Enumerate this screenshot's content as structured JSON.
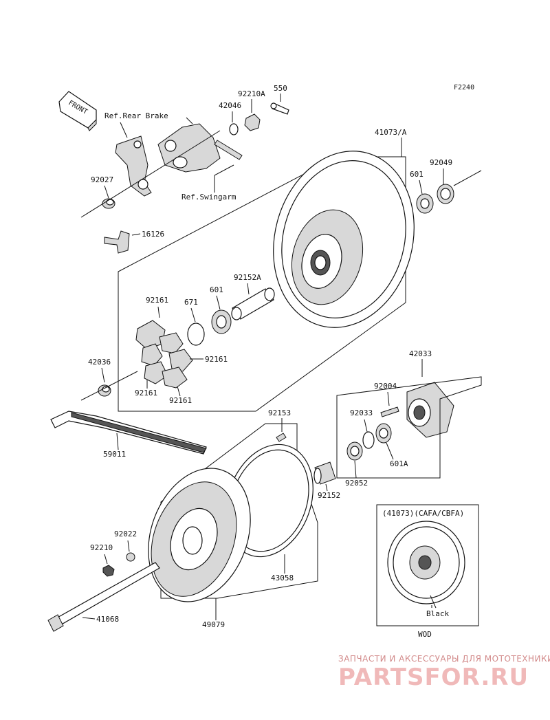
{
  "figure_code": "F2240",
  "front_label": "FRONT",
  "ref_labels": {
    "rear_brake": "Ref.Rear Brake",
    "swingarm": "Ref.Swingarm"
  },
  "part_numbers": {
    "p550": "550",
    "p92210A": "92210A",
    "p42046": "42046",
    "p41073A": "41073/A",
    "p92027": "92027",
    "p601_top": "601",
    "p92049": "92049",
    "p16126": "16126",
    "p92152A": "92152A",
    "p92161_a": "92161",
    "p671": "671",
    "p601_mid": "601",
    "p42036": "42036",
    "p92161_b": "92161",
    "p92161_c": "92161",
    "p92161_d": "92161",
    "p42033": "42033",
    "p92004": "92004",
    "p92153": "92153",
    "p92033": "92033",
    "p59011": "59011",
    "p601A": "601A",
    "p92052": "92052",
    "p92152": "92152",
    "p92022": "92022",
    "p92210": "92210",
    "p43058": "43058",
    "p41068": "41068",
    "p49079": "49079"
  },
  "inset": {
    "title": "(41073)(CAFA/CBFA)",
    "color_label": "Black",
    "region": "WOD"
  },
  "watermark": {
    "tagline": "ЗАПЧАСТИ И АКСЕССУАРЫ ДЛЯ МОТОТЕХНИКИ",
    "brand": "PARTSFOR.RU"
  }
}
